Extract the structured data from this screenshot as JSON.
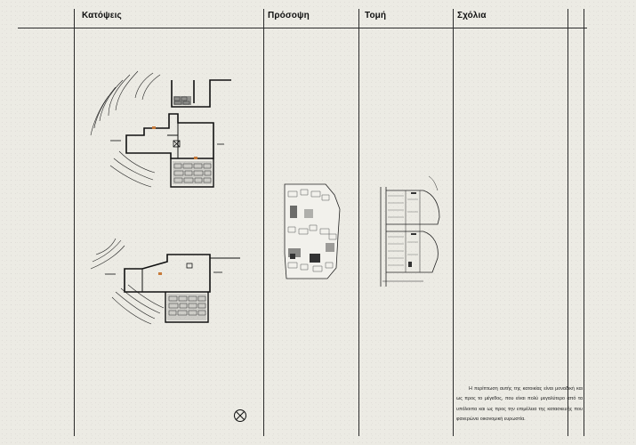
{
  "headers": {
    "plans": "Κατόψεις",
    "elevation": "Πρόσοψη",
    "section": "Τομή",
    "comments": "Σχόλια"
  },
  "comment_text": "Η περίπτωση αυτής της κατοικίας είναι μοναδική και ως προς το μέγεθος, που είναι πολύ μεγαλύτερο από τα υπόλοιπα και ως προς την επιμέλεια της κατασκευής που φανερώνει οικονομική ευρωστία.",
  "north_arrow_icon": "north-arrow-icon"
}
